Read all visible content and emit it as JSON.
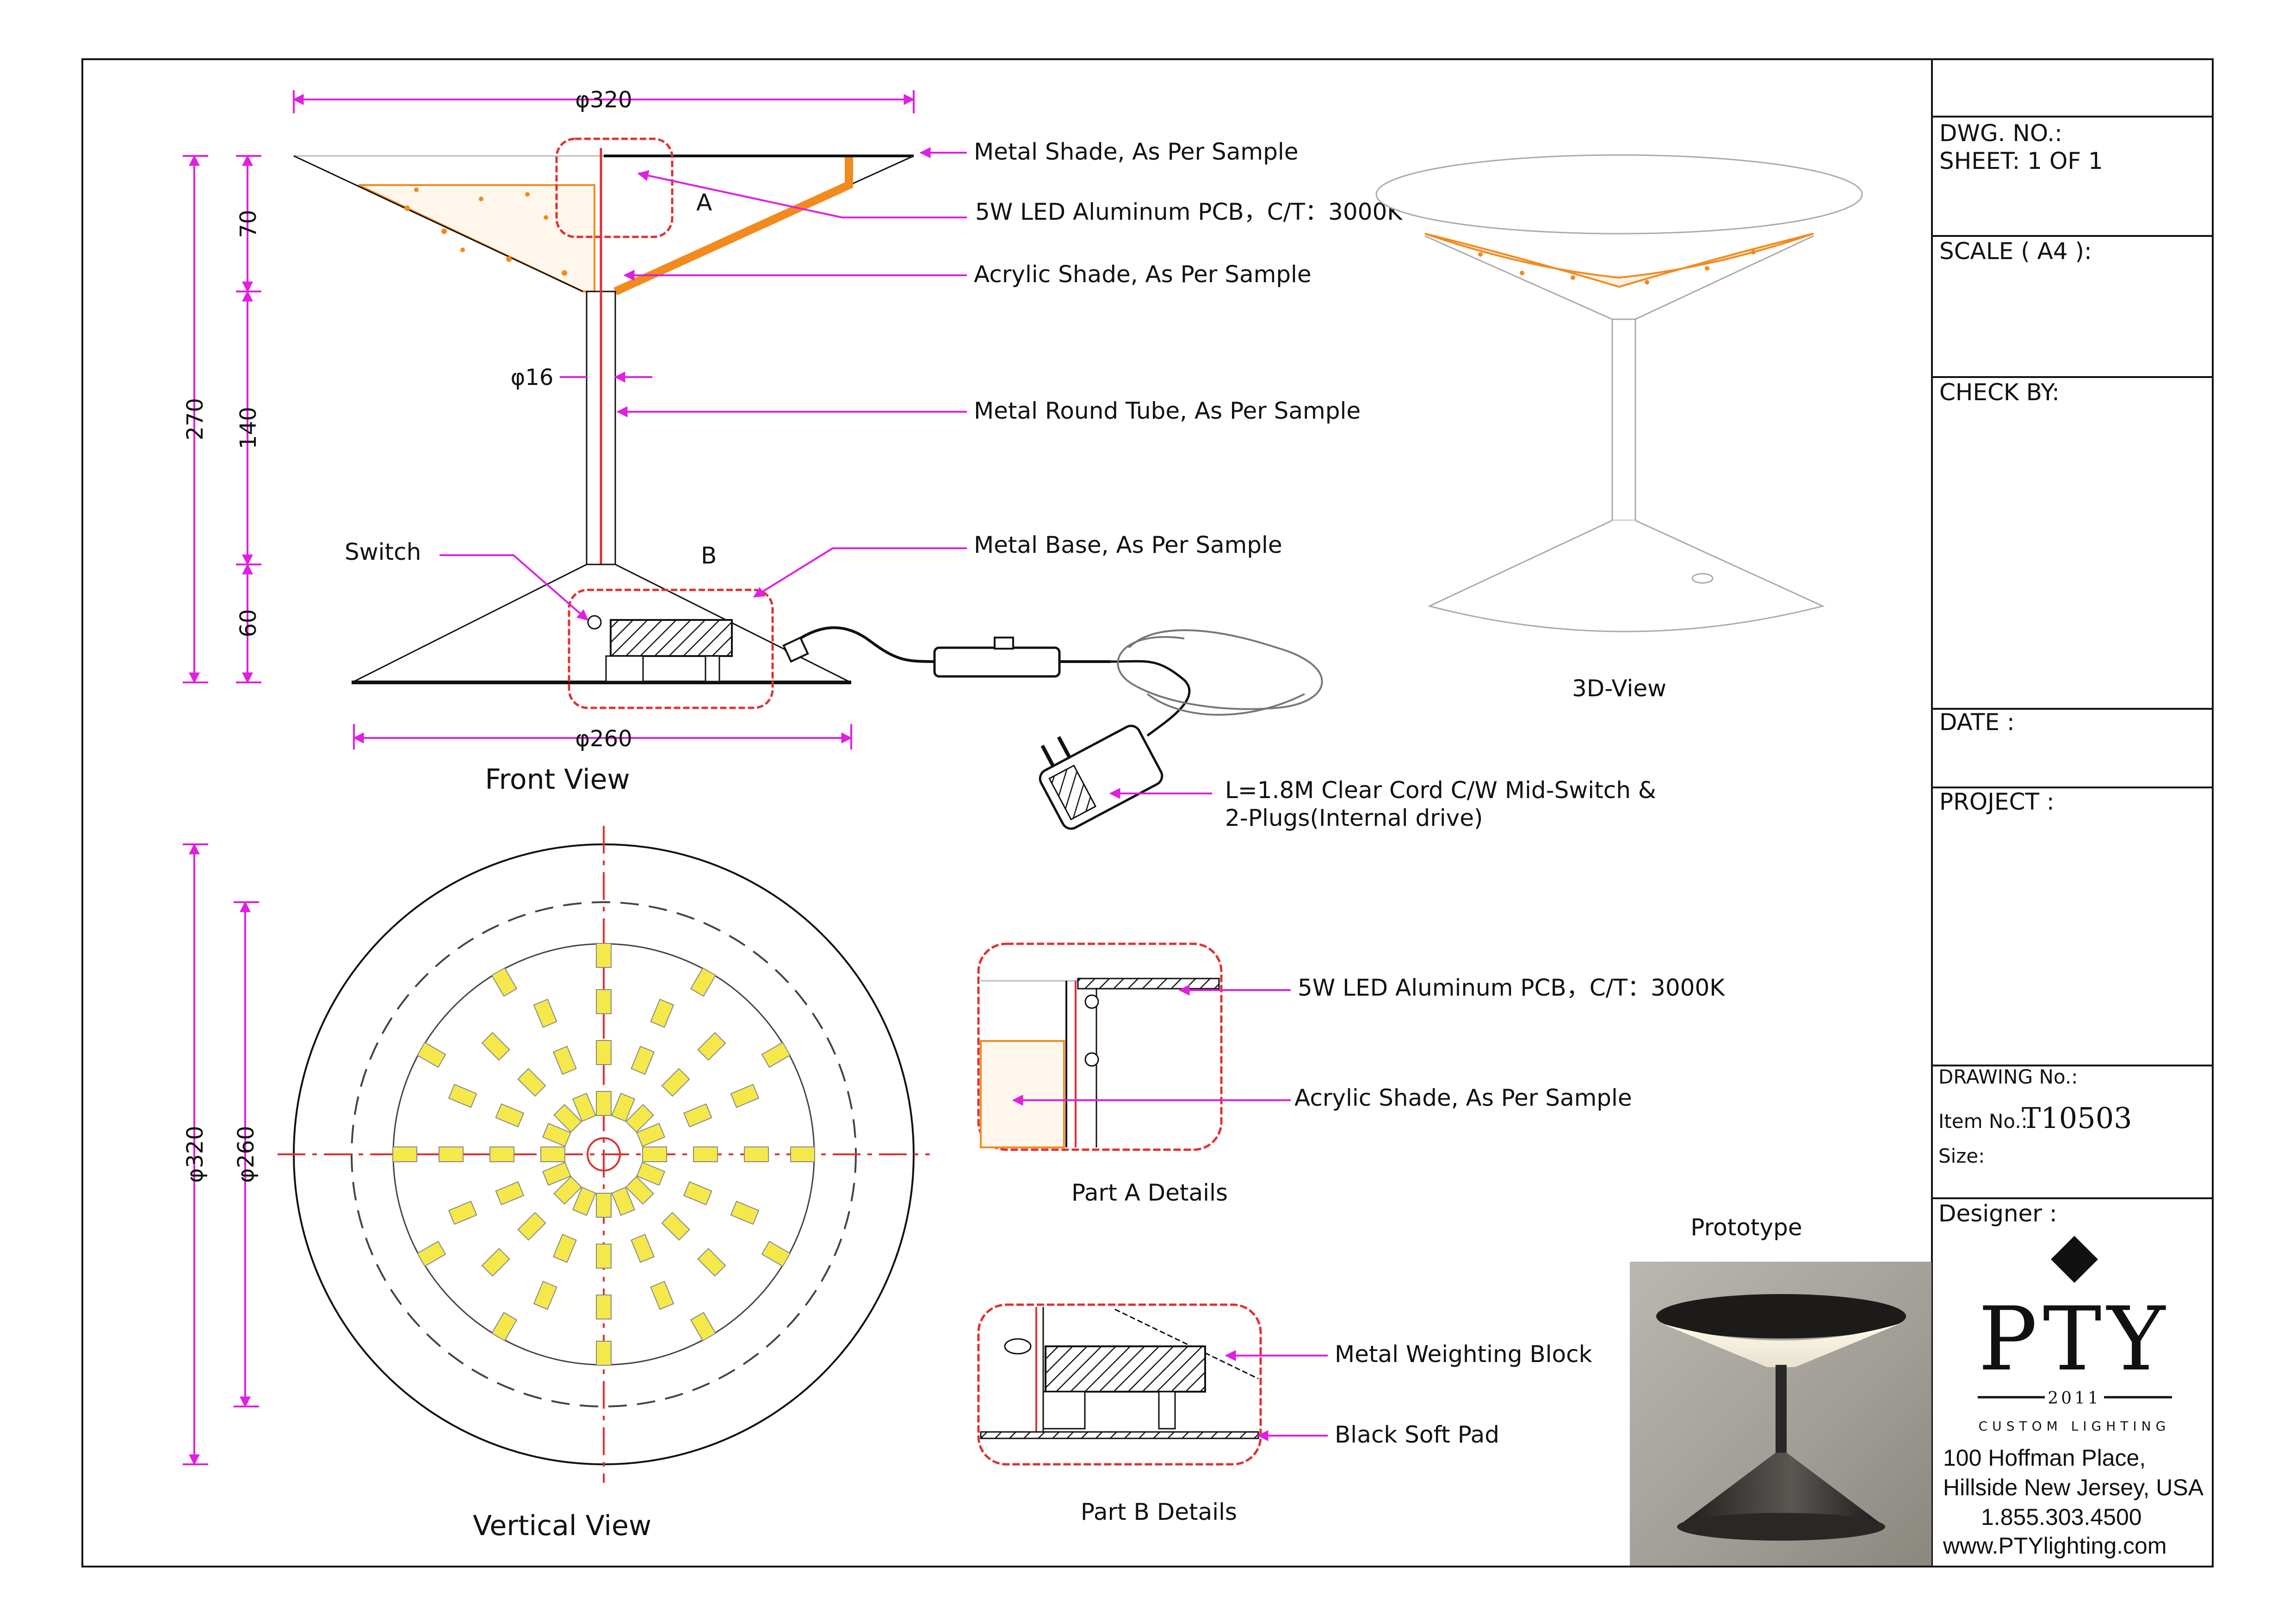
{
  "title_block": {
    "dwg_no_label": "DWG. NO.:",
    "sheet_label": "SHEET: 1 OF 1",
    "scale_label": "SCALE ( A4 ):",
    "check_by_label": "CHECK BY:",
    "date_label": "DATE :",
    "project_label": "PROJECT :",
    "drawing_no_label": "DRAWING No.:",
    "item_no_label": "Item No.:",
    "item_no_value": "T10503",
    "size_label": "Size:",
    "designer_label": "Designer :"
  },
  "brand": {
    "name": "PTY",
    "year": "2011",
    "tagline": "CUSTOM LIGHTING",
    "address_line1": "100 Hoffman Place,",
    "address_line2": "Hillside New Jersey, USA",
    "phone": "1.855.303.4500",
    "website": "www.PTYlighting.com"
  },
  "front_view": {
    "title": "Front View",
    "dim_top_width": "φ320",
    "dim_base_width": "φ260",
    "dim_tube": "φ16",
    "dim_total_height": "270",
    "dim_shade_height": "70",
    "dim_tube_height": "140",
    "dim_base_height": "60",
    "detail_a_marker": "A",
    "detail_b_marker": "B",
    "switch_label": "Switch",
    "callouts": {
      "metal_shade": "Metal Shade, As Per Sample",
      "led_pcb": "5W LED Aluminum PCB，C/T：3000K",
      "acrylic_shade": "Acrylic Shade, As Per Sample",
      "metal_tube": "Metal Round Tube, As Per Sample",
      "metal_base": "Metal Base, As Per Sample",
      "cord_line1": "L=1.8M Clear Cord C/W Mid-Switch &",
      "cord_line2": "2-Plugs(Internal drive)"
    }
  },
  "view_3d": {
    "title": "3D-View"
  },
  "vertical_view": {
    "title": "Vertical View",
    "dim_outer": "φ320",
    "dim_inner": "φ260"
  },
  "part_a": {
    "title": "Part A Details",
    "callout_led": "5W LED Aluminum PCB，C/T：3000K",
    "callout_acrylic": "Acrylic Shade, As Per Sample"
  },
  "part_b": {
    "title": "Part B Details",
    "callout_weight": "Metal Weighting Block",
    "callout_pad": "Black Soft Pad"
  },
  "prototype": {
    "title": "Prototype"
  },
  "colors": {
    "dimension": "#e01fe0",
    "detail_outline": "#e03030",
    "acrylic": "#f28a1e",
    "led": "#f5e84a",
    "line": "#111111"
  }
}
